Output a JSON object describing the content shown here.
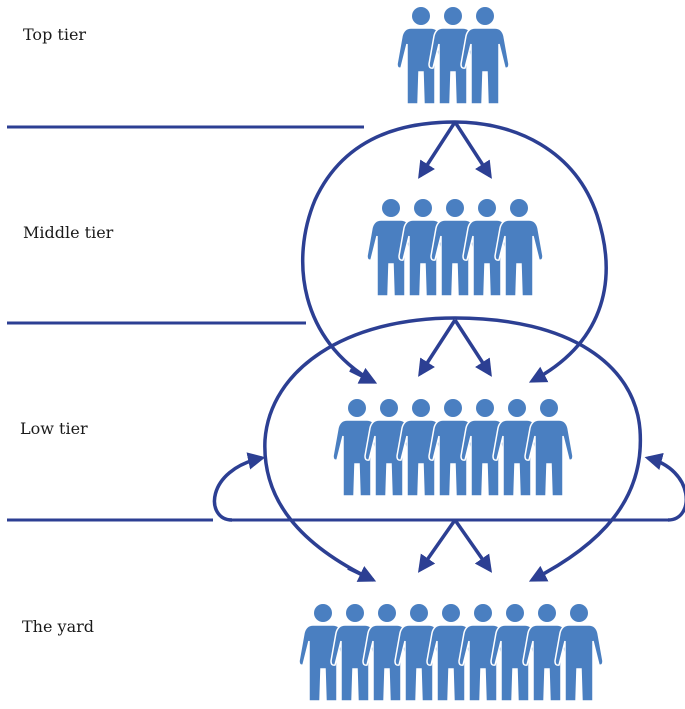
{
  "tiers": [
    {
      "label": "Top tier",
      "people": 3
    },
    {
      "label": "Middle tier",
      "people": 5
    },
    {
      "label": "Low tier",
      "people": 7
    },
    {
      "label": "The yard",
      "people": 9
    }
  ],
  "colors": {
    "person": "#4a7fc1",
    "line": "#2c3f93",
    "arrow": "#2c3f93"
  }
}
